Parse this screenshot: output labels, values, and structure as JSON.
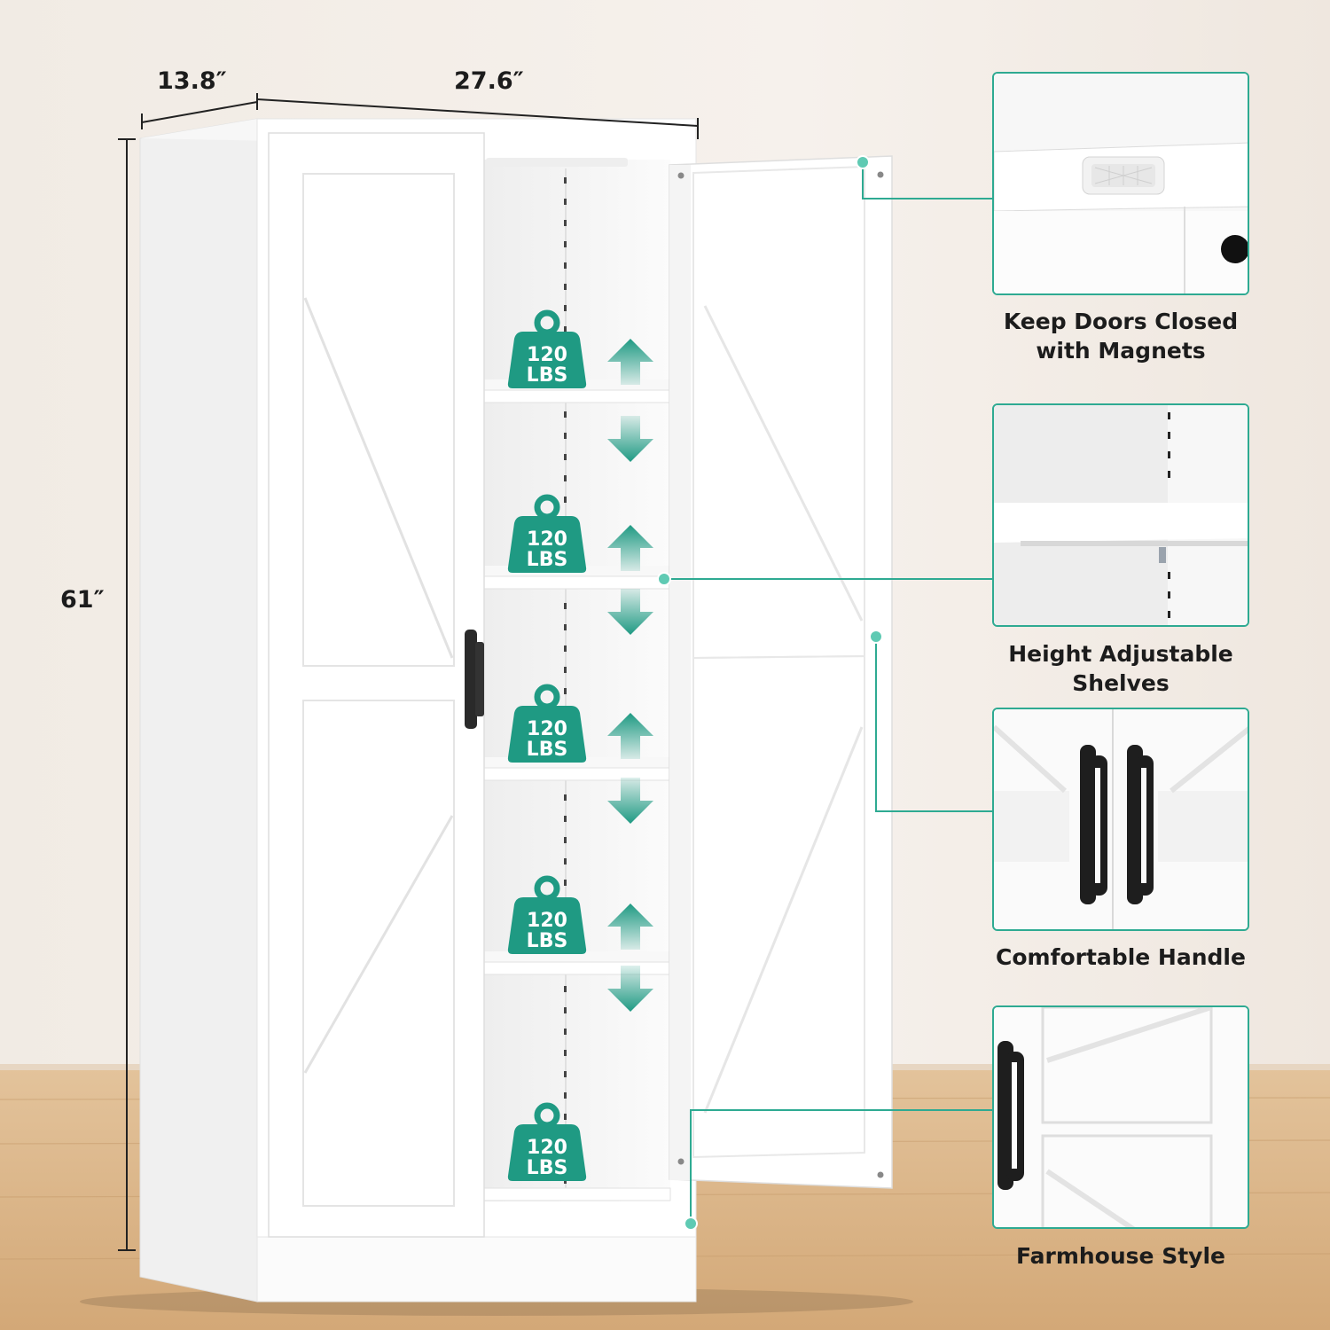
{
  "dimensions": {
    "depth": "13.8″",
    "width": "27.6″",
    "height": "61″"
  },
  "shelf_capacity": {
    "number": "120",
    "unit": "LBS",
    "count": 5
  },
  "features": [
    {
      "caption_line1": "Keep Doors Closed",
      "caption_line2": "with Magnets",
      "icon": "magnet-icon"
    },
    {
      "caption": "Height Adjustable Shelves",
      "icon": "shelf-bracket-icon"
    },
    {
      "caption": "Comfortable Handle",
      "icon": "handle-icon"
    },
    {
      "caption": "Farmhouse Style",
      "icon": "barn-door-icon"
    }
  ],
  "colors": {
    "accent": "#2eaa92",
    "accent_dark": "#1f9a83",
    "handle": "#2a2a2a",
    "wall": "#f4efe9",
    "floor": "#d9b58a",
    "cabinet": "#ffffff"
  }
}
